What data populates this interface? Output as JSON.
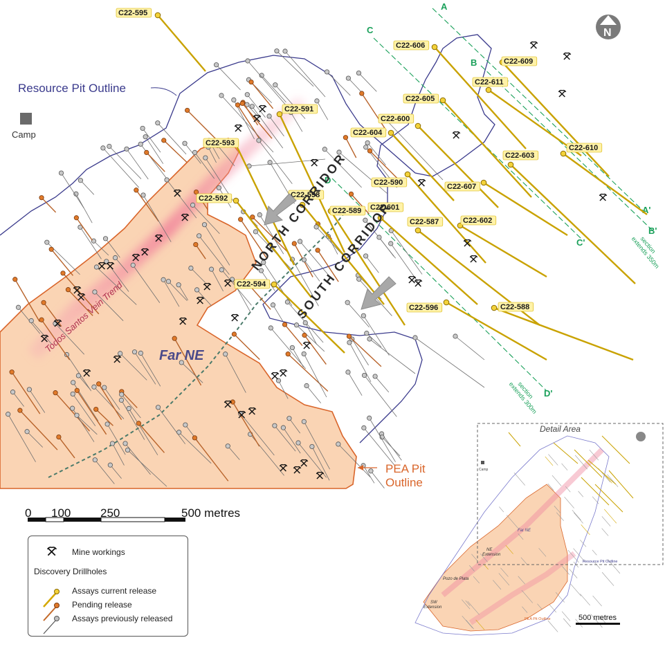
{
  "labels": {
    "resource_pit_outline": "Resource Pit Outline",
    "camp": "Camp",
    "north_corridor": "NORTH CORRIDOR",
    "south_corridor": "SOUTH CORRIDOR",
    "vein_trend": "Todos Santos Vein Trend",
    "far_ne": "Far NE",
    "pea_pit_outline_1": "PEA Pit",
    "pea_pit_outline_2": "Outline",
    "north_arrow": "N"
  },
  "sections": {
    "A": "A",
    "A_prime": "A'",
    "B": "B",
    "B_prime": "B'",
    "C": "C",
    "C_prime": "C'",
    "D": "D",
    "D_prime": "D'",
    "extends_350_1": "section",
    "extends_350_2": "extends 350m",
    "extends_300_1": "section",
    "extends_300_2": "extends 300m"
  },
  "drillholes": [
    {
      "id": "C22-595"
    },
    {
      "id": "C22-591"
    },
    {
      "id": "C22-593"
    },
    {
      "id": "C22-592"
    },
    {
      "id": "C22-598"
    },
    {
      "id": "C22-589"
    },
    {
      "id": "C22-594"
    },
    {
      "id": "C22-604"
    },
    {
      "id": "C22-600"
    },
    {
      "id": "C22-590"
    },
    {
      "id": "C22-601"
    },
    {
      "id": "C22-587"
    },
    {
      "id": "C22-596"
    },
    {
      "id": "C22-606"
    },
    {
      "id": "C22-605"
    },
    {
      "id": "C22-607"
    },
    {
      "id": "C22-609"
    },
    {
      "id": "C22-611"
    },
    {
      "id": "C22-603"
    },
    {
      "id": "C22-610"
    },
    {
      "id": "C22-602"
    },
    {
      "id": "C22-588"
    }
  ],
  "scale_bar": {
    "ticks": [
      "0",
      "100",
      "250",
      "500 metres"
    ]
  },
  "legend": {
    "mine_workings": "Mine workings",
    "discovery_drillholes": "Discovery Drillholes",
    "assays_current": "Assays current release",
    "pending_release": "Pending release",
    "assays_previous": "Assays previously released"
  },
  "inset": {
    "title": "Detail Area",
    "scale": "500 metres",
    "ne_extension_1": "NE",
    "ne_extension_2": "Extension",
    "pozo_de_plata": "Pozo de Plata",
    "sw_extension_1": "SW",
    "sw_extension_2": "Extension",
    "far_ne": "Far NE",
    "resource_pit_outline": "Resource Pit Outline",
    "pea_pit_outline": "PEA Pit Outline",
    "camp": "Camp"
  },
  "colors": {
    "current": "#e8c400",
    "pending": "#e07a2a",
    "previous": "#9a9a9a",
    "pea_fill": "#fad4b4",
    "pea_stroke": "#d9652a",
    "resource_stroke": "#3a3a8c",
    "section_green": "#1aa05a",
    "vein_pink": "#f08aa0"
  }
}
